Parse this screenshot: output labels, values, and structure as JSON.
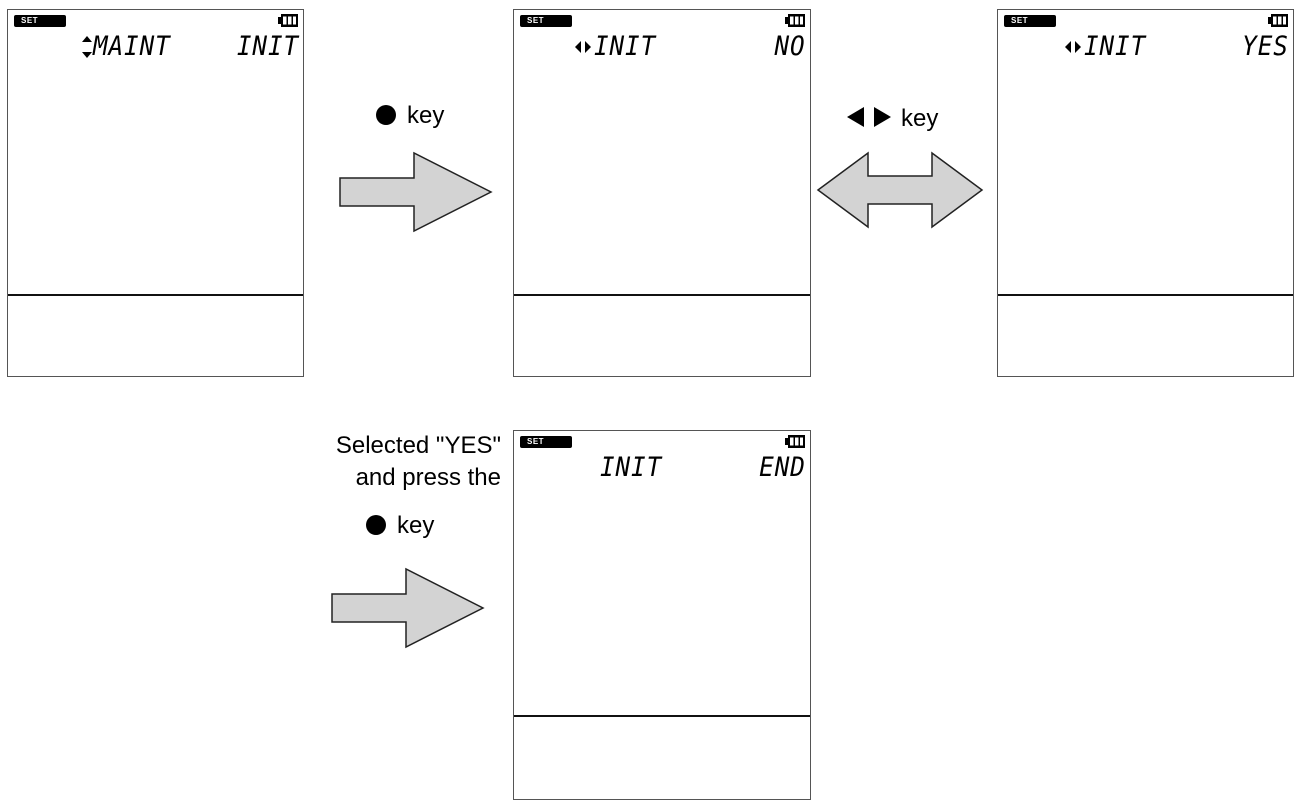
{
  "screens": [
    {
      "badge": "SET",
      "indicator": "up-down-arrow-icon",
      "left": "MAINT",
      "right": "INIT"
    },
    {
      "badge": "SET",
      "indicator": "left-right-arrow-icon",
      "left": "INIT",
      "right": "NO"
    },
    {
      "badge": "SET",
      "indicator": "left-right-arrow-icon",
      "left": "INIT",
      "right": "YES"
    },
    {
      "badge": "SET",
      "indicator": "",
      "left": "INIT",
      "right": "END"
    }
  ],
  "steps": {
    "press_center": {
      "icon": "filled-circle-icon",
      "label": "key"
    },
    "press_left_right": {
      "icons": [
        "left-triangle-icon",
        "right-triangle-icon"
      ],
      "label": "key"
    },
    "confirm": {
      "line1": "Selected \"YES\"",
      "line2": "and press the",
      "icon": "filled-circle-icon",
      "label": "key"
    }
  },
  "colors": {
    "arrow_fill": "#d3d3d3",
    "arrow_stroke": "#222222",
    "screen_border": "#555555"
  }
}
